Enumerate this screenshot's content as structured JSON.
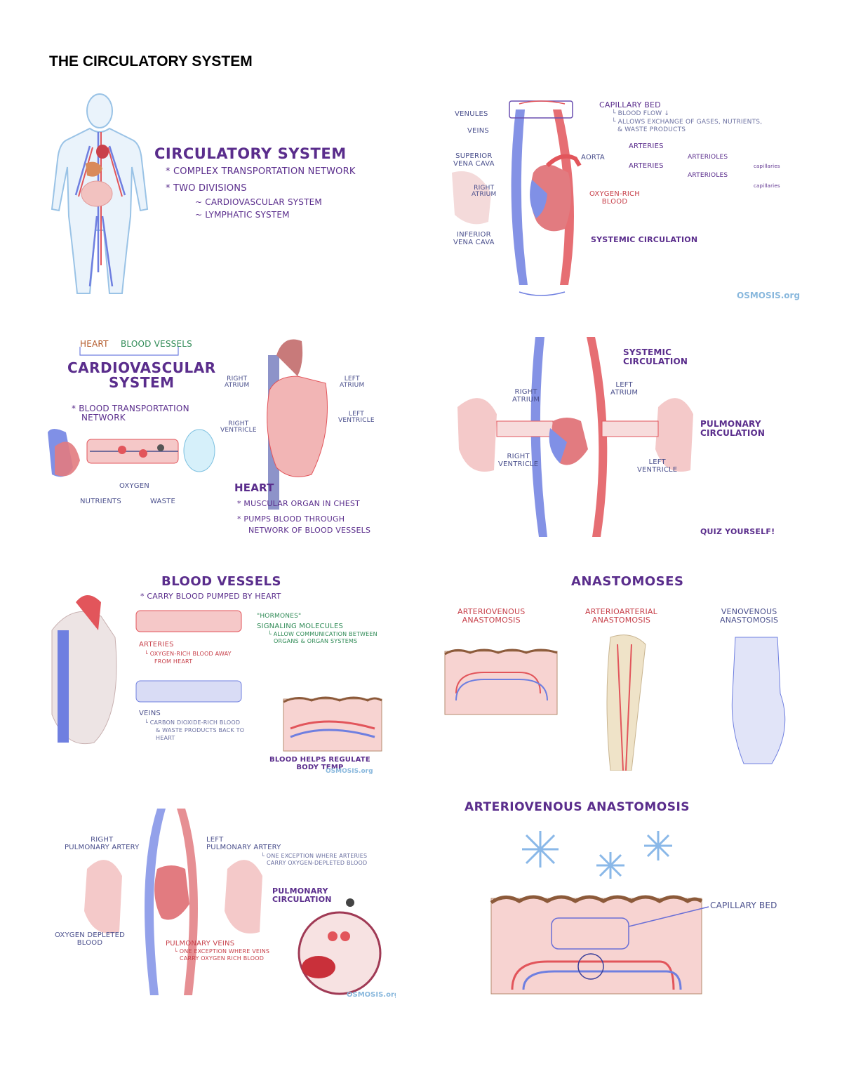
{
  "page_title": "THE CIRCULATORY SYSTEM",
  "colors": {
    "artery_red": "#e2555b",
    "vein_blue": "#6f7fe0",
    "label_purple": "#5a2d8c",
    "label_navy": "#4a4f8c",
    "skin": "#f6c6c2",
    "lung": "#f4c9c9"
  },
  "panel1": {
    "title": "CIRCULATORY SYSTEM",
    "b1": "* COMPLEX TRANSPORTATION NETWORK",
    "b2": "* TWO DIVISIONS",
    "s1": "~ CARDIOVASCULAR SYSTEM",
    "s2": "~ LYMPHATIC SYSTEM"
  },
  "panel2": {
    "venules": "VENULES",
    "veins": "VEINS",
    "capillary_bed": "CAPILLARY BED",
    "cb1": "└ BLOOD FLOW ↓",
    "cb2": "└ ALLOWS EXCHANGE of GASES, NUTRIENTS,",
    "cb3": "& WASTE PRODUCTS",
    "svc1": "SUPERIOR",
    "svc2": "VENA CAVA",
    "aorta": "AORTA",
    "arteries1": "ARTERIES",
    "arteries2": "ARTERIES",
    "arterioles1": "ARTERIOLES",
    "arterioles2": "ARTERIOLES",
    "cap1": "capillaries",
    "cap2": "capillaries",
    "ra1": "RIGHT",
    "ra2": "ATRIUM",
    "orb1": "OXYGEN-RICH",
    "orb2": "BLOOD",
    "ivc1": "INFERIOR",
    "ivc2": "VENA CAVA",
    "systemic": "SYSTEMIC CIRCULATION",
    "logo": "OSMOSIS.org"
  },
  "panel3": {
    "heart": "HEART",
    "vessels": "BLOOD VESSELS",
    "title1": "CARDIOVASCULAR",
    "title2": "SYSTEM",
    "bt1": "* BLOOD TRANSPORTATION",
    "bt2": "NETWORK",
    "oxygen": "OXYGEN",
    "nutrients": "NUTRIENTS",
    "waste": "WASTE",
    "ra1": "RIGHT",
    "ra2": "ATRIUM",
    "la1": "LEFT",
    "la2": "ATRIUM",
    "rv1": "RIGHT",
    "rv2": "VENTRICLE",
    "lv1": "LEFT",
    "lv2": "VENTRICLE",
    "heart_title": "HEART",
    "h1": "* MUSCULAR ORGAN in CHEST",
    "h2": "* PUMPS BLOOD through",
    "h3": "NETWORK of BLOOD VESSELS"
  },
  "panel4": {
    "sys1": "SYSTEMIC",
    "sys2": "CIRCULATION",
    "ra1": "RIGHT",
    "ra2": "ATRIUM",
    "la1": "LEFT",
    "la2": "ATRIUM",
    "pul1": "PULMONARY",
    "pul2": "CIRCULATION",
    "rv1": "RIGHT",
    "rv2": "VENTRICLE",
    "lv1": "LEFT",
    "lv2": "VENTRICLE",
    "quiz": "QUIZ YOURSELF!"
  },
  "panel5": {
    "title": "BLOOD VESSELS",
    "subtitle": "* CARRY BLOOD PUMPED by HEART",
    "hormones": "\"HORMONES\"",
    "signaling": "SIGNALING MOLECULES",
    "sig1": "└ ALLOW COMMUNICATION between",
    "sig2": "ORGANS & ORGAN SYSTEMS",
    "arteries": "ARTERIES",
    "art1": "└ OXYGEN-RICH BLOOD AWAY",
    "art2": "from HEART",
    "veins": "VEINS",
    "vein1": "└ CARBON DIOXIDE-RICH BLOOD",
    "vein2": "& WASTE PRODUCTS BACK to",
    "vein3": "HEART",
    "temp1": "BLOOD HELPS REGULATE",
    "temp2": "BODY TEMP",
    "logo": "OSMOSIS.org"
  },
  "panel6": {
    "title": "ANASTOMOSES",
    "av1": "ARTERIOVENOUS",
    "av2": "ANASTOMOSIS",
    "aa1": "ARTERIOARTERIAL",
    "aa2": "ANASTOMOSIS",
    "vv1": "VENOVENOUS",
    "vv2": "ANASTOMOSIS"
  },
  "panel7": {
    "rpa1": "RIGHT",
    "rpa2": "PULMONARY ARTERY",
    "lpa1": "LEFT",
    "lpa2": "PULMONARY ARTERY",
    "exc1": "└ ONE EXCEPTION where ARTERIES",
    "exc2": "CARRY OXYGEN-DEPLETED BLOOD",
    "pul1": "PULMONARY",
    "pul2": "CIRCULATION",
    "odb1": "OXYGEN DEPLETED",
    "odb2": "BLOOD",
    "pv": "PULMONARY VEINS",
    "pv1": "└ ONE EXCEPTION where VEINS",
    "pv2": "CARRY OXYGEN RICH BLOOD",
    "logo": "OSMOSIS.org"
  },
  "panel8": {
    "title": "ARTERIOVENOUS ANASTOMOSIS",
    "capillary_bed": "CAPILLARY BED"
  }
}
